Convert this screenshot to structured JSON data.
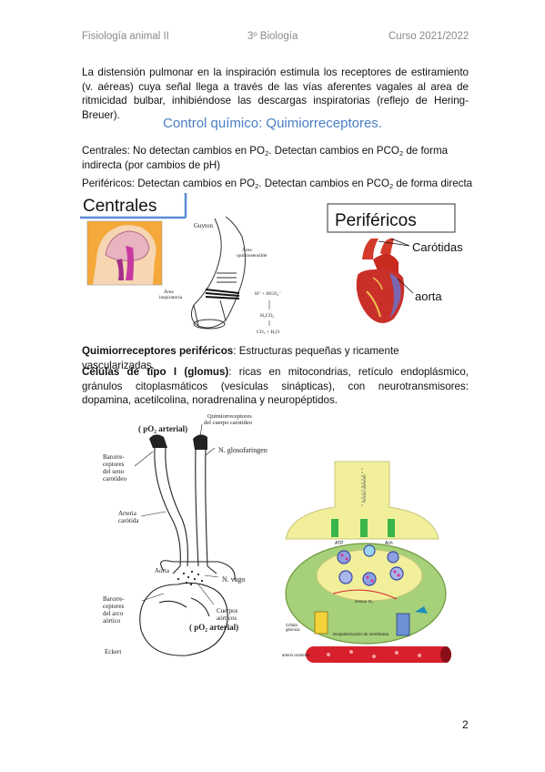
{
  "header": {
    "left": "Fisiología animal II",
    "center": "3º Biología",
    "right": "Curso 2021/2022"
  },
  "intro_paragraph": "La distensión pulmonar en la inspiración estimula los receptores de estiramiento (v. aéreas) cuya señal llega a través de las vías aferentes vagales al area de ritmicidad bulbar, inhibiéndose las descargas inspiratorias (reflejo de Hering-Breuer).",
  "section_title": "Control químico: Quimiorreceptores.",
  "centrales": {
    "a": "Centrales: No detectan cambios en PO",
    "sub1": "2",
    "b": ". Detectan cambios en PCO",
    "sub2": "2",
    "c": " de forma indirecta (por cambios de pH)"
  },
  "perifericos": {
    "a": "Periféricos: Detectan cambios en PO",
    "sub1": "2",
    "b": ". Detectan cambios en PCO",
    "sub2": "2",
    "c": " de forma directa"
  },
  "figure1": {
    "centrales_label": "Centrales",
    "guyton": "Guyton",
    "area_quimiosensible_1": "Área",
    "area_quimiosensible_2": "quimiosensible",
    "area_inspiratoria_1": "Área",
    "area_inspiratoria_2": "inspiratoria",
    "chem1": "H⁺ + HCO₃⁻",
    "chem2": "H₂CO₃",
    "chem3": "CO₂ + H₂O",
    "perifericos_label": "Periféricos",
    "carotidas": "Carótidas",
    "aorta": "aorta"
  },
  "quimio_perifericos": {
    "bold": "Quimiorreceptores periféricos",
    "rest": ": Estructuras pequeñas y ricamente vascularizadas."
  },
  "celulas_tipo1": {
    "bold": "Células de tipo I (glomus)",
    "rest": ": ricas en mitocondrias, retículo endoplásmico, gránulos citoplasmáticos (vesículas sinápticas), con neurotransmisores: dopamina, acetilcolina, noradrenalina y neuropéptidos."
  },
  "figure2": {
    "quimio_1": "Quimiorreceptores",
    "quimio_2": "del cuerpo carotídeo",
    "po2_top": "( pO₂ arterial)",
    "glosofaringeo": "N. glosofaringeo",
    "baro_seno": [
      "Barorre-",
      "ceptores",
      "del seno",
      "carotídeo"
    ],
    "arteria_1": "Arteria",
    "arteria_2": "carótida",
    "aorta": "Aorta",
    "vago": "N. vago",
    "baro_arco": [
      "Barorre-",
      "ceptores",
      "del arco",
      "aórtico"
    ],
    "cuerpos_1": "Cuerpos",
    "cuerpos_2": "aórticos",
    "po2_bottom": "( pO₂ arterial)",
    "eckert": "Eckert"
  },
  "figure3": {
    "nervio": "Nervio aferente",
    "atp": "ATP",
    "ach": "Ach",
    "sensor": "sensor O₂",
    "celula_1": "Célula",
    "celula_2": "glómica",
    "despol": "Despolarización de membrana",
    "arteria": "arteria carotidea"
  },
  "page_number": "2",
  "colors": {
    "title_blue": "#4a7ec4",
    "header_gray": "#8a8a8a",
    "cell_green": "#a6d07a",
    "cell_yellow": "#f1ef9a",
    "artery_red": "#d8202c"
  }
}
